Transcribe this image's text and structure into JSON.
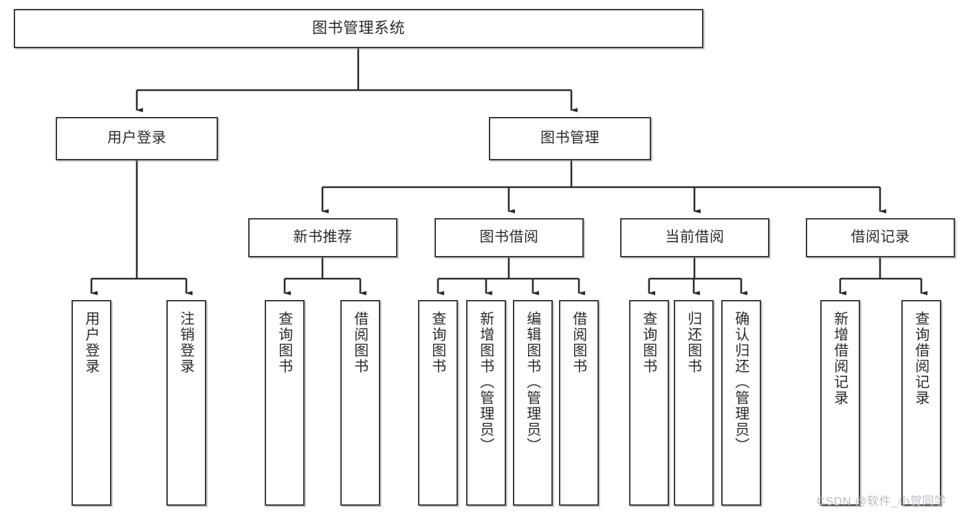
{
  "diagram": {
    "type": "tree-hierarchy",
    "title": "图书管理系统",
    "watermark": "CSDN @软件_小贺同学",
    "colors": {
      "box_border": "#3a3a3a",
      "box_fill": "#ffffff",
      "connector": "#2b2b2b",
      "watermark": "#b9bcc2",
      "background": "#ffffff"
    },
    "root": {
      "label": "图书管理系统"
    },
    "level1": [
      {
        "label": "用户登录"
      },
      {
        "label": "图书管理"
      }
    ],
    "level2": [
      {
        "label": "新书推荐"
      },
      {
        "label": "图书借阅"
      },
      {
        "label": "当前借阅"
      },
      {
        "label": "借阅记录"
      }
    ],
    "leaves": {
      "user_login": [
        {
          "label": "用户登录"
        },
        {
          "label": "注销登录"
        }
      ],
      "new_book_recommend": [
        {
          "label": "查询图书"
        },
        {
          "label": "借阅图书"
        }
      ],
      "book_borrow": [
        {
          "label": "查询图书"
        },
        {
          "label": "新增图书（管理员）"
        },
        {
          "label": "编辑图书（管理员）"
        },
        {
          "label": "借阅图书"
        }
      ],
      "current_borrow": [
        {
          "label": "查询图书"
        },
        {
          "label": "归还图书"
        },
        {
          "label": "确认归还（管理员）"
        }
      ],
      "borrow_record": [
        {
          "label": "新增借阅记录"
        },
        {
          "label": "查询借阅记录"
        }
      ]
    }
  }
}
